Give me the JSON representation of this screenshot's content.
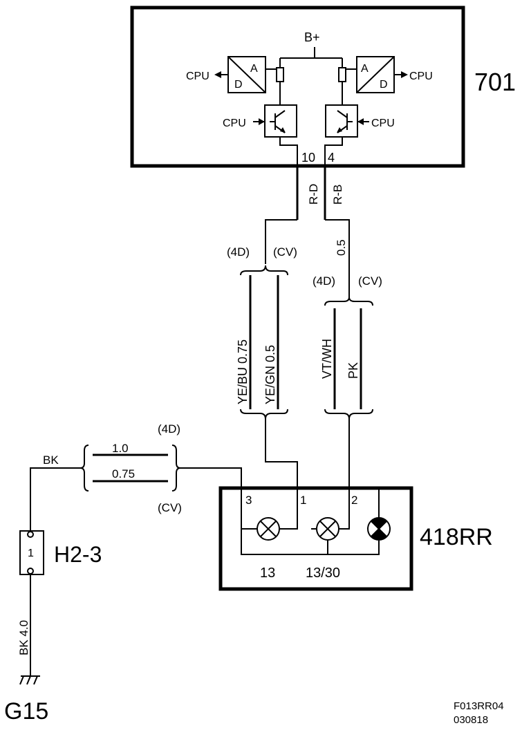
{
  "modules": {
    "m701": {
      "label": "701",
      "supply": "B+",
      "cpu": "CPU",
      "ad_a": "A",
      "ad_d": "D",
      "pin_rd": "10",
      "pin_rb": "4"
    },
    "m418": {
      "label": "418RR",
      "pin3": "3",
      "pin1": "1",
      "pin2": "2",
      "term13": "13",
      "term1330": "13/30"
    }
  },
  "wires": {
    "rd": "R-D",
    "rb": "R-B",
    "size_05": "0.5",
    "variant_4d": "(4D)",
    "variant_cv": "(CV)",
    "yebu": "YE/BU 0.75",
    "yegn": "YE/GN 0.5",
    "vtwh": "VT/WH",
    "pk": "PK",
    "ground_size_10": "1.0",
    "ground_size_075": "0.75",
    "bk": "BK",
    "bk40": "BK  4.0"
  },
  "connector": {
    "label": "H2-3",
    "pin": "1"
  },
  "ground": {
    "label": "G15"
  },
  "footer": {
    "code": "F013RR04",
    "date": "030818"
  }
}
